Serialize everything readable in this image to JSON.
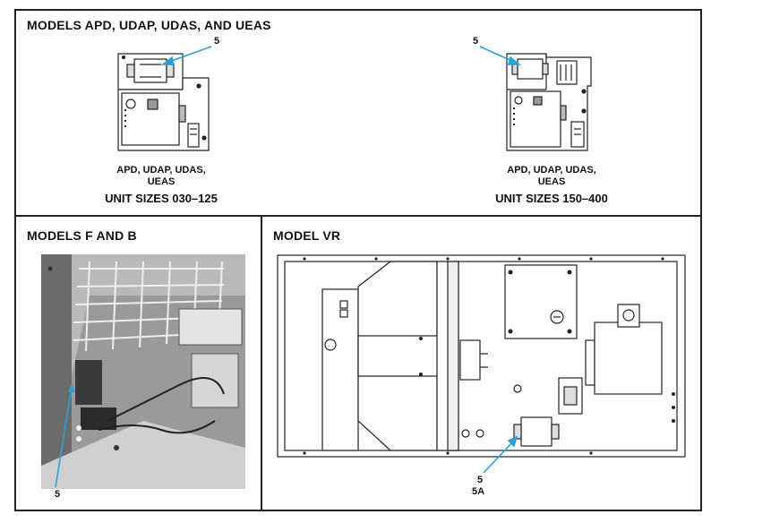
{
  "panel_top": {
    "title": "MODELS APD, UDAP, UDAS, AND UEAS",
    "left": {
      "callout": "5",
      "caption_line1": "APD, UDAP, UDAS,",
      "caption_line2": "UEAS",
      "caption_sizes": "UNIT SIZES 030–125"
    },
    "right": {
      "callout": "5",
      "caption_line1": "APD, UDAP, UDAS,",
      "caption_line2": "UEAS",
      "caption_sizes": "UNIT SIZES 150–400"
    }
  },
  "panel_fb": {
    "title": "MODELS F AND B",
    "callout": "5"
  },
  "panel_vr": {
    "title": "MODEL VR",
    "callout": "5",
    "callout_alt": "5A"
  },
  "colors": {
    "callout_arrow": "#2f9fd6",
    "line": "#222222",
    "photo_base": "#8d8d8d"
  }
}
